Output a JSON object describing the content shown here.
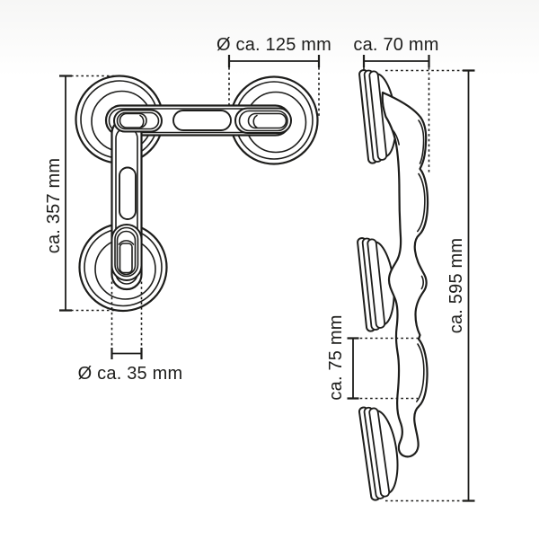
{
  "page": {
    "background_color": "#ffffff",
    "line_color": "#1d1d1b"
  },
  "dimensions": {
    "cup_diameter": {
      "label": "Ø ca. 125 mm",
      "value_mm": 125,
      "approx": true,
      "diameter": true
    },
    "bar_height": {
      "label": "ca. 357 mm",
      "value_mm": 357,
      "approx": true,
      "diameter": false
    },
    "knob_diameter": {
      "label": "Ø ca. 35 mm",
      "value_mm": 35,
      "approx": true,
      "diameter": true
    },
    "depth": {
      "label": "ca. 70 mm",
      "value_mm": 70,
      "approx": true,
      "diameter": false
    },
    "total_length": {
      "label": "ca. 595 mm",
      "value_mm": 595,
      "approx": true,
      "diameter": false
    },
    "grip_clearance": {
      "label": "ca. 75 mm",
      "value_mm": 75,
      "approx": true,
      "diameter": false
    }
  }
}
